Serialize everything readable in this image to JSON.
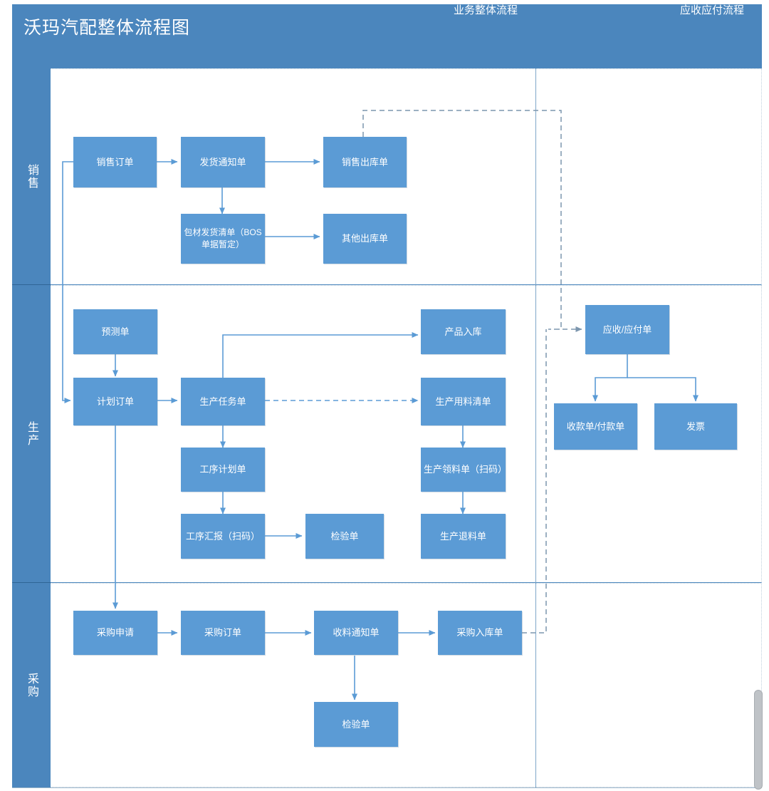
{
  "title": "沃玛汽配整体流程图",
  "colors": {
    "header_blue": "#4b86bd",
    "node_blue": "#5b9bd5",
    "connector_blue": "#5b9bd5",
    "lane_border": "#bfcfdc"
  },
  "columns": [
    {
      "label": "业务整体流程"
    },
    {
      "label": "应收应付流程"
    }
  ],
  "lanes": [
    {
      "label": "销售"
    },
    {
      "label": "生产"
    },
    {
      "label": "采购"
    }
  ],
  "nodes": {
    "sales_order": "销售订单",
    "delivery_notice": "发货通知单",
    "sales_outbound": "销售出库单",
    "packaging_delivery_list": "包材发货清单（BOS单据暂定）",
    "other_outbound": "其他出库单",
    "forecast_order": "预测单",
    "plan_order": "计划订单",
    "production_task": "生产任务单",
    "process_plan": "工序计划单",
    "process_report": "工序汇报（扫码）",
    "inspection_prod": "检验单",
    "product_inbound": "产品入库",
    "production_material_list": "生产用料清单",
    "production_picking": "生产领料单（扫码）",
    "production_return": "生产退料单",
    "purchase_request": "采购申请",
    "purchase_order": "采购订单",
    "receipt_notice": "收料通知单",
    "purchase_inbound": "采购入库单",
    "inspection_purchase": "检验单",
    "ar_ap_bill": "应收/应付单",
    "receipt_payment": "收款单/付款单",
    "invoice": "发票"
  }
}
